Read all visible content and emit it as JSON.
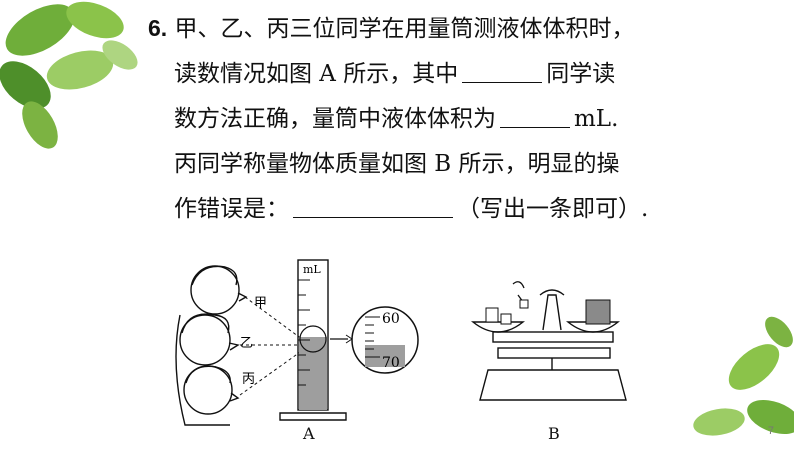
{
  "question": {
    "number": "6.",
    "line1": "甲、乙、丙三位同学在用量筒测液体体积时，",
    "line2_a": "读数情况如图 A 所示，其中",
    "line2_b": "同学读",
    "line3_a": "数方法正确，量筒中液体体积为",
    "line3_b": "mL.",
    "line4": "丙同学称量物体质量如图 B 所示，明显的操",
    "line5_a": "作错误是：",
    "line5_b": "（写出一条即可）."
  },
  "figureA": {
    "caption": "A",
    "unit_label": "mL",
    "label_jia": "甲",
    "label_yi": "乙",
    "label_bing": "丙",
    "zoom_tick_60": "60",
    "zoom_tick_70": "70"
  },
  "figureB": {
    "caption": "B"
  },
  "page_number": "7"
}
